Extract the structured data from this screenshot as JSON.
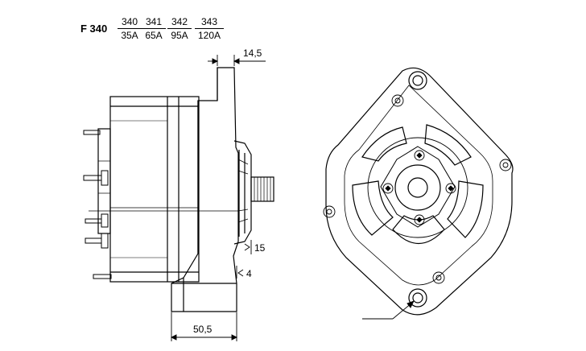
{
  "model": "F 340",
  "variants": [
    {
      "code": "340",
      "current": "35A"
    },
    {
      "code": "341",
      "current": "65A"
    },
    {
      "code": "342",
      "current": "95A"
    },
    {
      "code": "343",
      "current": "120A"
    }
  ],
  "dimensions": {
    "flange_thickness": "14,5",
    "front_offset": "15",
    "foot_offset": "4",
    "mount_width": "50,5"
  }
}
